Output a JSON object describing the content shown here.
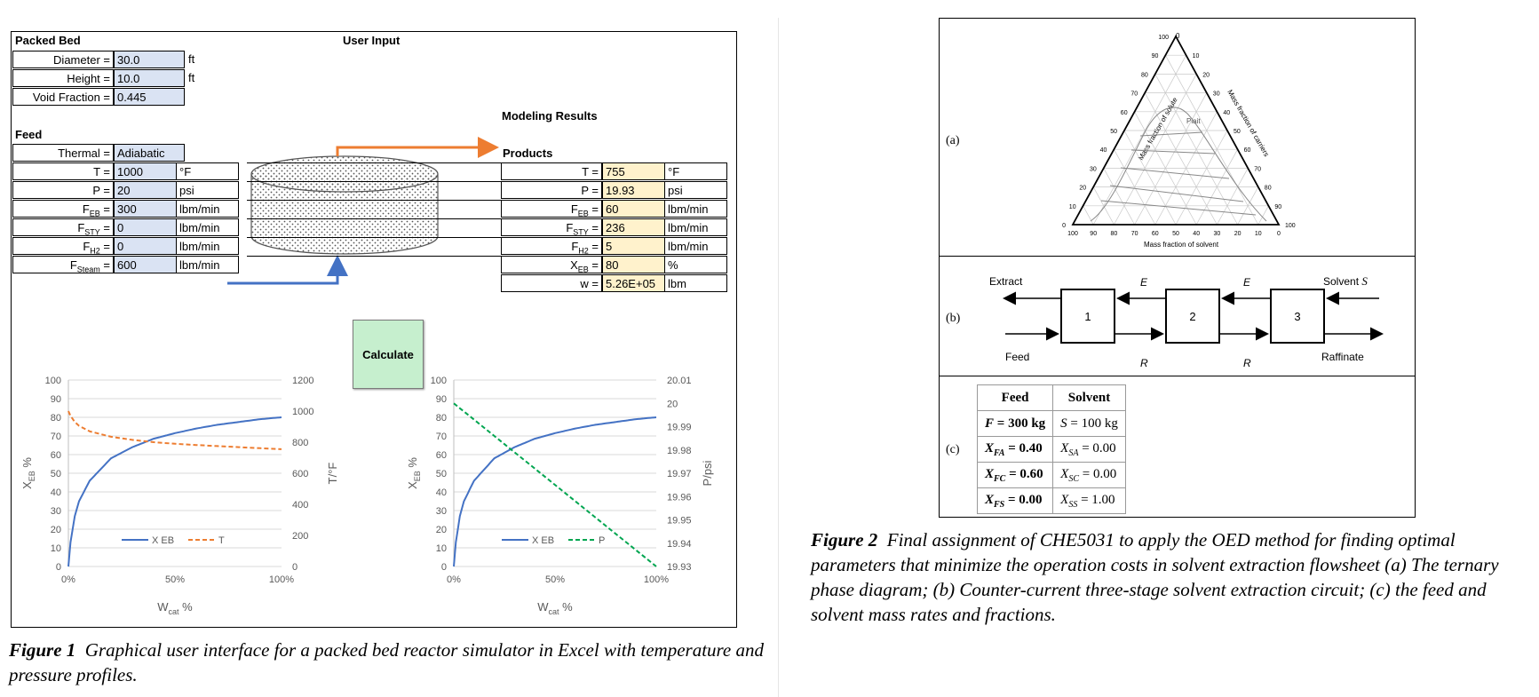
{
  "fig1": {
    "section_packed_bed": "Packed Bed",
    "user_input": "User Input",
    "diameter": {
      "label": "Diameter =",
      "value": "30.0",
      "unit": "ft"
    },
    "height": {
      "label": "Height =",
      "value": "10.0",
      "unit": "ft"
    },
    "void": {
      "label": "Void Fraction =",
      "value": "0.445"
    },
    "modeling_results": "Modeling Results",
    "section_feed": "Feed",
    "thermal": {
      "label": "Thermal =",
      "value": "Adiabatic"
    },
    "products": "Products",
    "inputs": [
      {
        "label": "T =",
        "sub": "",
        "value": "1000",
        "unit": "°F"
      },
      {
        "label": "P =",
        "sub": "",
        "value": "20",
        "unit": "psi"
      },
      {
        "label": "F",
        "sub": "EB",
        "eq": " =",
        "value": "300",
        "unit": "lbm/min"
      },
      {
        "label": "F",
        "sub": "STY",
        "eq": " =",
        "value": "0",
        "unit": "lbm/min"
      },
      {
        "label": "F",
        "sub": "H2",
        "eq": " =",
        "value": "0",
        "unit": "lbm/min"
      },
      {
        "label": "F",
        "sub": "Steam",
        "eq": " =",
        "value": "600",
        "unit": "lbm/min"
      }
    ],
    "outputs": [
      {
        "label": "T =",
        "sub": "",
        "value": "755",
        "unit": "°F"
      },
      {
        "label": "P =",
        "sub": "",
        "value": "19.93",
        "unit": "psi"
      },
      {
        "label": "F",
        "sub": "EB",
        "eq": " =",
        "value": "60",
        "unit": "lbm/min"
      },
      {
        "label": "F",
        "sub": "STY",
        "eq": " =",
        "value": "236",
        "unit": "lbm/min"
      },
      {
        "label": "F",
        "sub": "H2",
        "eq": " =",
        "value": "5",
        "unit": "lbm/min"
      },
      {
        "label": "X",
        "sub": "EB",
        "eq": " =",
        "value": "80",
        "unit": "%"
      },
      {
        "label": "w =",
        "sub": "",
        "value": "5.26E+05",
        "unit": "lbm"
      }
    ],
    "calculate": "Calculate",
    "caption_num": "Figure 1",
    "caption_text": "Graphical user interface for a packed bed reactor simulator in Excel with temperature and pressure profiles."
  },
  "chart_data": [
    {
      "type": "line",
      "xlabel": "Wcat %",
      "ylabel": "XEB %",
      "y2label": "T/°F",
      "x": [
        0,
        0.01,
        0.03,
        0.05,
        0.1,
        0.2,
        0.3,
        0.4,
        0.5,
        0.6,
        0.7,
        0.8,
        0.9,
        1.0
      ],
      "xticks": [
        "0%",
        "50%",
        "100%"
      ],
      "ylim": [
        0,
        100
      ],
      "y2lim": [
        0,
        1200
      ],
      "yticks": [
        0,
        10,
        20,
        30,
        40,
        50,
        60,
        70,
        80,
        90,
        100
      ],
      "y2ticks": [
        0,
        200,
        400,
        600,
        800,
        1000,
        1200
      ],
      "series": [
        {
          "name": "X EB",
          "axis": "left",
          "color": "#4472c4",
          "dash": false,
          "values": [
            0,
            13,
            27,
            35,
            46,
            58,
            64,
            68.5,
            71.5,
            74,
            76,
            77.5,
            79,
            80
          ]
        },
        {
          "name": "T",
          "axis": "right",
          "color": "#ed7d31",
          "dash": true,
          "values": [
            1000,
            970,
            930,
            905,
            870,
            835,
            815,
            800,
            790,
            782,
            775,
            768,
            761,
            755
          ]
        }
      ],
      "legend": "bottom-center",
      "grid": true
    },
    {
      "type": "line",
      "xlabel": "Wcat %",
      "ylabel": "XEB %",
      "y2label": "P/psi",
      "x": [
        0,
        0.01,
        0.03,
        0.05,
        0.1,
        0.2,
        0.3,
        0.4,
        0.5,
        0.6,
        0.7,
        0.8,
        0.9,
        1.0
      ],
      "xticks": [
        "0%",
        "50%",
        "100%"
      ],
      "ylim": [
        0,
        100
      ],
      "y2lim": [
        19.93,
        20.01
      ],
      "yticks": [
        0,
        10,
        20,
        30,
        40,
        50,
        60,
        70,
        80,
        90,
        100
      ],
      "y2ticks": [
        "19.93",
        "19.94",
        "19.95",
        "19.96",
        "19.97",
        "19.98",
        "19.99",
        "20",
        "20.01"
      ],
      "series": [
        {
          "name": "X EB",
          "axis": "left",
          "color": "#4472c4",
          "dash": false,
          "values": [
            0,
            13,
            27,
            35,
            46,
            58,
            64,
            68.5,
            71.5,
            74,
            76,
            77.5,
            79,
            80
          ]
        },
        {
          "name": "P",
          "axis": "right",
          "color": "#00a550",
          "dash": true,
          "values": [
            20.0,
            19.9993,
            19.9979,
            19.9965,
            19.993,
            19.986,
            19.979,
            19.972,
            19.965,
            19.958,
            19.951,
            19.944,
            19.937,
            19.93
          ]
        }
      ],
      "legend": "bottom-center",
      "grid": true
    }
  ],
  "fig2": {
    "label_a": "(a)",
    "label_b": "(b)",
    "label_c": "(c)",
    "ternary": {
      "left_axis": "Mass fraction of solute",
      "right_axis": "Mass fraction of carriers",
      "bottom_axis": "Mass fraction of solvent",
      "plait": "Plait",
      "top_label": "0",
      "left_ticks": [
        "0",
        "10",
        "20",
        "30",
        "40",
        "50",
        "60",
        "70",
        "80",
        "90",
        "100"
      ],
      "right_ticks": [
        "10",
        "20",
        "30",
        "40",
        "50",
        "60",
        "70",
        "80",
        "90",
        "100"
      ],
      "bottom_ticks": [
        "100",
        "90",
        "80",
        "70",
        "60",
        "50",
        "40",
        "30",
        "20",
        "10",
        "0"
      ]
    },
    "flow": {
      "extract": "Extract",
      "feed": "Feed",
      "solvent": "Solvent",
      "solvent_sym": "S",
      "raffinate": "Raffinate",
      "e": "E",
      "r": "R",
      "stages": [
        "1",
        "2",
        "3"
      ]
    },
    "table": {
      "headers": [
        "Feed",
        "Solvent"
      ],
      "rows": [
        {
          "feed_sym": "F",
          "feed_sub": "",
          "feed_val": " = 300 kg",
          "solv_sym": "S",
          "solv_sub": "",
          "solv_val": " = 100 kg"
        },
        {
          "feed_sym": "X",
          "feed_sub": "FA",
          "feed_val": " = 0.40",
          "solv_sym": "X",
          "solv_sub": "SA",
          "solv_val": " = 0.00"
        },
        {
          "feed_sym": "X",
          "feed_sub": "FC",
          "feed_val": " = 0.60",
          "solv_sym": "X",
          "solv_sub": "SC",
          "solv_val": " = 0.00"
        },
        {
          "feed_sym": "X",
          "feed_sub": "FS",
          "feed_val": " = 0.00",
          "solv_sym": "X",
          "solv_sub": "SS",
          "solv_val": " = 1.00"
        }
      ]
    },
    "caption_num": "Figure 2",
    "caption_text": "Final assignment of CHE5031 to apply the OED method for finding optimal parameters that minimize the operation costs in solvent extraction flowsheet (a) The ternary phase diagram; (b) Counter-current three-stage solvent extraction circuit; (c) the feed and solvent mass rates and fractions."
  }
}
